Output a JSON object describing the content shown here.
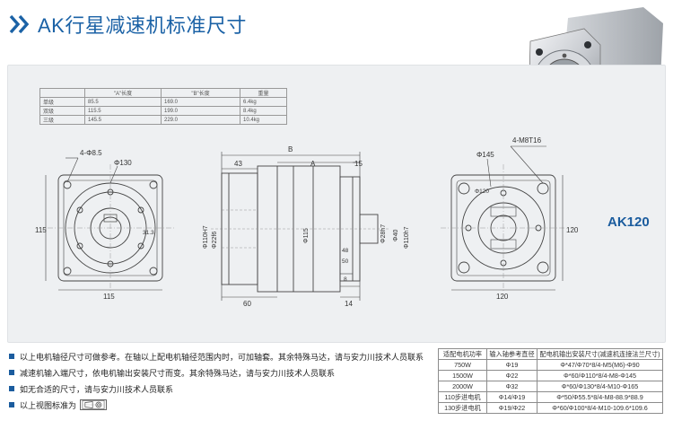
{
  "header": {
    "title": "AK行星减速机标准尺寸"
  },
  "dims_table": {
    "headers": [
      "",
      "\"A\"长度",
      "\"B\"长度",
      "重量"
    ],
    "rows": [
      [
        "单级",
        "85.5",
        "169.0",
        "6.4kg"
      ],
      [
        "双级",
        "115.5",
        "199.0",
        "8.4kg"
      ],
      [
        "三级",
        "145.5",
        "229.0",
        "10.4kg"
      ]
    ]
  },
  "model_label": "AK120",
  "drawing_labels": {
    "front": {
      "holes": "4-Φ8.5",
      "pcd": "Φ130",
      "width": "115",
      "height": "115",
      "d1": "31.3"
    },
    "side": {
      "b": "B",
      "a": "A",
      "d43": "43",
      "d15": "15",
      "d110": "Φ110H7",
      "d22": "Φ22f6",
      "d115": "Φ115",
      "d28": "Φ28h7",
      "d40": "Φ40",
      "d110b": "Φ110h7",
      "d48": "48",
      "d50": "50",
      "d60": "60",
      "d8": "8",
      "d14": "14"
    },
    "back": {
      "holes": "4-M8T16",
      "pcd": "Φ145",
      "ang": "Φ120",
      "width": "120",
      "height": "120"
    }
  },
  "notes": [
    "以上电机轴径尺寸可做参考。在轴以上配电机轴径范围内时，可加轴套。其余特殊马达，请与安力川技术人员联系",
    "减速机输入端尺寸，依电机输出安装尺寸而变。其余特殊马达，请与安力川技术人员联系",
    "如无合适的尺寸，请与安力川技术人员联系",
    "以上视图标准为"
  ],
  "spec_table": {
    "headers": [
      "适配电机功率",
      "输入轴参考直径",
      "配电机输出安装尺寸(减速机连接法兰尺寸)"
    ],
    "rows": [
      [
        "750W",
        "Φ19",
        "Φ*47/Φ70*8/4-M5(M6)-Φ90"
      ],
      [
        "1500W",
        "Φ22",
        "Φ*60/Φ110*8/4-M8-Φ145"
      ],
      [
        "2000W",
        "Φ32",
        "Φ*60/Φ130*8/4-M10-Φ165"
      ],
      [
        "110步进电机",
        "Φ14/Φ19",
        "Φ*50/Φ55.5*8/4-M8-88.9*88.9"
      ],
      [
        "130步进电机",
        "Φ19/Φ22",
        "Φ*60/Φ100*8/4-M10-109.6*109.6"
      ]
    ]
  },
  "colors": {
    "accent": "#1b62a6",
    "panel": "#eef0f2"
  }
}
